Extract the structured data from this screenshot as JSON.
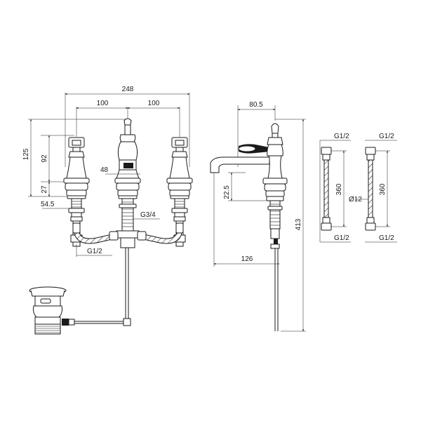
{
  "colors": {
    "line": "#1a1a1a",
    "background": "#ffffff"
  },
  "front_view": {
    "overall_width": "248",
    "tap_spacing_left": "100",
    "tap_spacing_right": "100",
    "handle_height": "125",
    "body_height": "92",
    "base_height": "27",
    "tail_length": "54.5",
    "spout_width": "48",
    "outlet_thread": "G3/4",
    "inlet_thread": "G1/2"
  },
  "side_view": {
    "spout_reach": "80.5",
    "spout_height": "22.5",
    "total_height": "413",
    "rod_reach": "126"
  },
  "hoses": {
    "hose_a_top": "G1/2",
    "hose_a_bottom": "G1/2",
    "hose_a_length": "360",
    "hose_b_top": "G1/2",
    "hose_b_bottom": "G1/2",
    "hose_b_length": "360",
    "hose_diameter": "Ø12"
  }
}
